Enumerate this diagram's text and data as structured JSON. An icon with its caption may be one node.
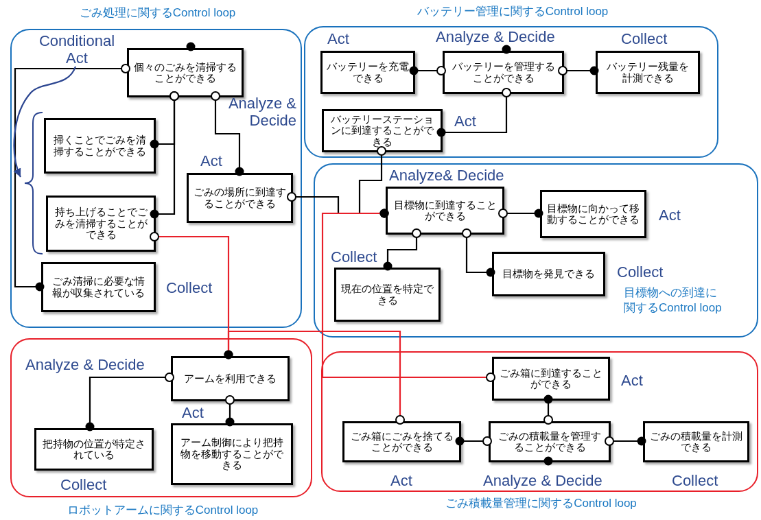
{
  "diagram": {
    "nodes": [
      {
        "text": [
          "ごみ処理に関するControl loop"
        ]
      },
      {
        "text": [
          "Conditional Act"
        ],
        "in": 0
      },
      {
        "text": [
          "個々のごみを清掃することができる"
        ],
        "in": 0,
        "beside": [
          "Analyze & Decide"
        ]
      },
      {
        "text": [
          "掃くことでごみを清掃することができる"
        ],
        "in": 0
      },
      {
        "text": [
          "持ち上げることでごみを清掃することができる"
        ],
        "in": 0
      },
      {
        "text": [
          "ごみの場所に到達することができる"
        ],
        "in": 0,
        "beside": [
          "Act"
        ]
      },
      {
        "text": [
          "ごみ清掃に必要な情報が収集されている"
        ],
        "in": 0,
        "beside": [
          "Collect"
        ]
      },
      {
        "text": [
          "バッテリー管理に関するControl loop"
        ]
      },
      {
        "text": [
          "バッテリーを充電できる"
        ],
        "in": 7,
        "beside": [
          "Act"
        ]
      },
      {
        "text": [
          "バッテリーを管理することができる"
        ],
        "in": 7,
        "beside": [
          "Analyze & Decide"
        ]
      },
      {
        "text": [
          "バッテリー残量を計測できる"
        ],
        "in": 7,
        "beside": [
          "Collect"
        ]
      },
      {
        "text": [
          "バッテリーステーションに到達することができる"
        ],
        "in": 7,
        "beside": [
          "Act"
        ]
      },
      {
        "text": [
          "目標物への到達に関するControl loop"
        ]
      },
      {
        "text": [
          "目標物に到達することができる"
        ],
        "in": 12,
        "beside": [
          "Analyze& Decide"
        ]
      },
      {
        "text": [
          "目標物に向かって移動することができる"
        ],
        "in": 12,
        "beside": [
          "Act"
        ]
      },
      {
        "text": [
          "現在の位置を特定できる"
        ],
        "in": 12,
        "beside": [
          "Collect"
        ]
      },
      {
        "text": [
          "目標物を発見できる"
        ],
        "in": 12,
        "beside": [
          "Collect"
        ]
      },
      {
        "text": [
          "ロボットアームに関するControl loop"
        ]
      },
      {
        "text": [
          "アームを利用できる"
        ],
        "in": 17,
        "beside": [
          "Analyze & Decide"
        ]
      },
      {
        "text": [
          "把持物の位置が特定されている"
        ],
        "in": 17,
        "beside": [
          "Collect"
        ]
      },
      {
        "text": [
          "アーム制御により把持物を移動することができる"
        ],
        "in": 17,
        "beside": [
          "Act"
        ]
      },
      {
        "text": [
          "ごみ積載量管理に関するControl loop"
        ]
      },
      {
        "text": [
          "ごみ箱に到達することができる"
        ],
        "in": 21,
        "beside": [
          "Act"
        ]
      },
      {
        "text": [
          "ごみ箱にごみを捨てることができる"
        ],
        "in": 21,
        "beside": [
          "Act"
        ]
      },
      {
        "text": [
          "ごみの積載量を管理することができる"
        ],
        "in": 21,
        "beside": [
          "Analyze & Decide"
        ]
      },
      {
        "text": [
          "ごみの積載量を計測できる"
        ],
        "in": 21,
        "beside": [
          "Collect"
        ]
      },
      {
        "text": [],
        "shape": "bracket",
        "in": 0
      }
    ],
    "edges": [
      {
        "from": 2,
        "to": 6,
        "arrow": "other"
      },
      {
        "from": 2,
        "to": 3,
        "arrow": "other"
      },
      {
        "from": 2,
        "to": 4,
        "arrow": "other"
      },
      {
        "from": 2,
        "to": 5,
        "arrow": "other"
      },
      {
        "from": 4,
        "to": 18,
        "arrow": "other",
        "color": "#e8202a"
      },
      {
        "from": 5,
        "to": 13,
        "arrow": "other"
      },
      {
        "from": 9,
        "to": 8,
        "arrow": "other"
      },
      {
        "from": 9,
        "to": 10,
        "arrow": "other"
      },
      {
        "from": 9,
        "to": 11,
        "arrow": "other"
      },
      {
        "from": 11,
        "to": 13,
        "arrow": "other"
      },
      {
        "from": 13,
        "to": 14,
        "arrow": "other"
      },
      {
        "from": 13,
        "to": 15,
        "arrow": "other"
      },
      {
        "from": 13,
        "to": 16,
        "arrow": "other"
      },
      {
        "from": 18,
        "to": 19,
        "arrow": "other"
      },
      {
        "from": 18,
        "to": 20,
        "arrow": "other"
      },
      {
        "from": 24,
        "to": 22,
        "arrow": "other"
      },
      {
        "from": 24,
        "to": 23,
        "arrow": "other"
      },
      {
        "from": 24,
        "to": 25,
        "arrow": "other"
      },
      {
        "from": 22,
        "to": 13,
        "arrow": "other",
        "color": "#e8202a"
      },
      {
        "from": 23,
        "to": 18,
        "arrow": "other",
        "color": "#e8202a"
      },
      {
        "from": 1,
        "to": 26,
        "arrow": "to",
        "color": "#2b4590"
      }
    ]
  }
}
